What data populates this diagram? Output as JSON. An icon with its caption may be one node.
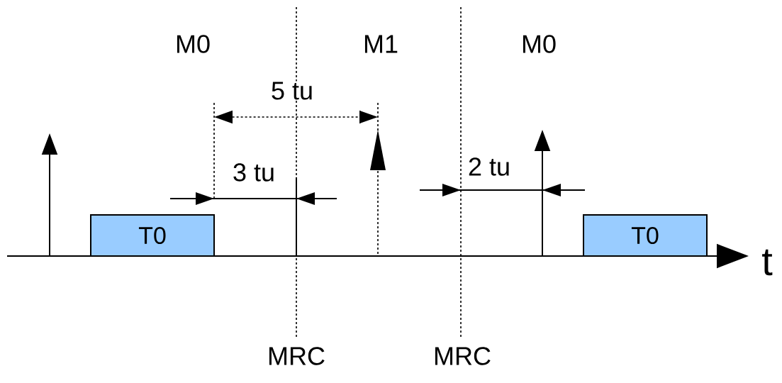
{
  "diagram": {
    "nodes": [
      {
        "text": [
          "T0"
        ]
      },
      {
        "text": [
          "T0"
        ]
      }
    ],
    "labels": [
      "M0",
      "M1",
      "M0",
      "5 tu",
      "3 tu",
      "2 tu",
      "t",
      "MRC",
      "MRC"
    ]
  }
}
